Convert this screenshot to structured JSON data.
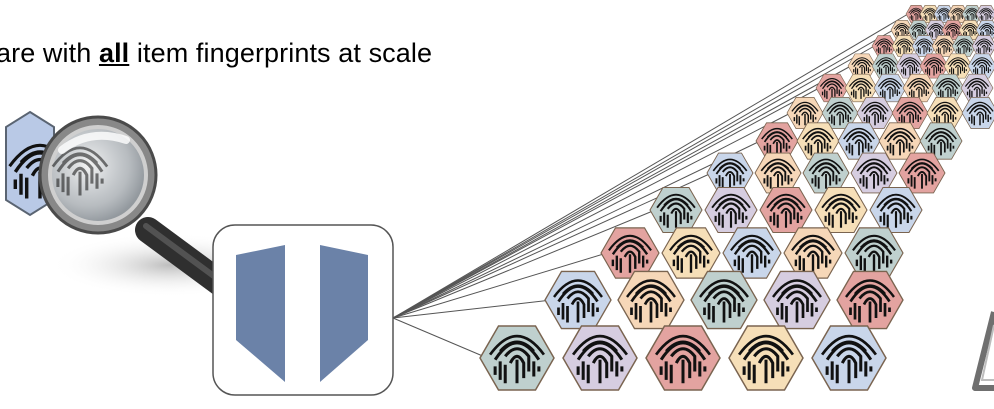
{
  "caption": {
    "prefix": "are with ",
    "emphasis": "all",
    "suffix": " item fingerprints at scale"
  },
  "colors": {
    "hex_fills": [
      "#f6d7b8",
      "#bfd0ce",
      "#d6cde0",
      "#e3a3a0",
      "#f6dfb8",
      "#c9d6ea"
    ],
    "hex_stroke": "#7a6450",
    "server_card_border": "#555555",
    "server_blocks": "#6b82a8",
    "fan_lines": "#555555",
    "magnifier_handle": "#3a3a3a",
    "probe_hex_fill": "#b9c9e6"
  },
  "icons": [
    "fingerprint-icon",
    "magnifier-icon",
    "database-server-icon",
    "warning-triangle-icon"
  ]
}
